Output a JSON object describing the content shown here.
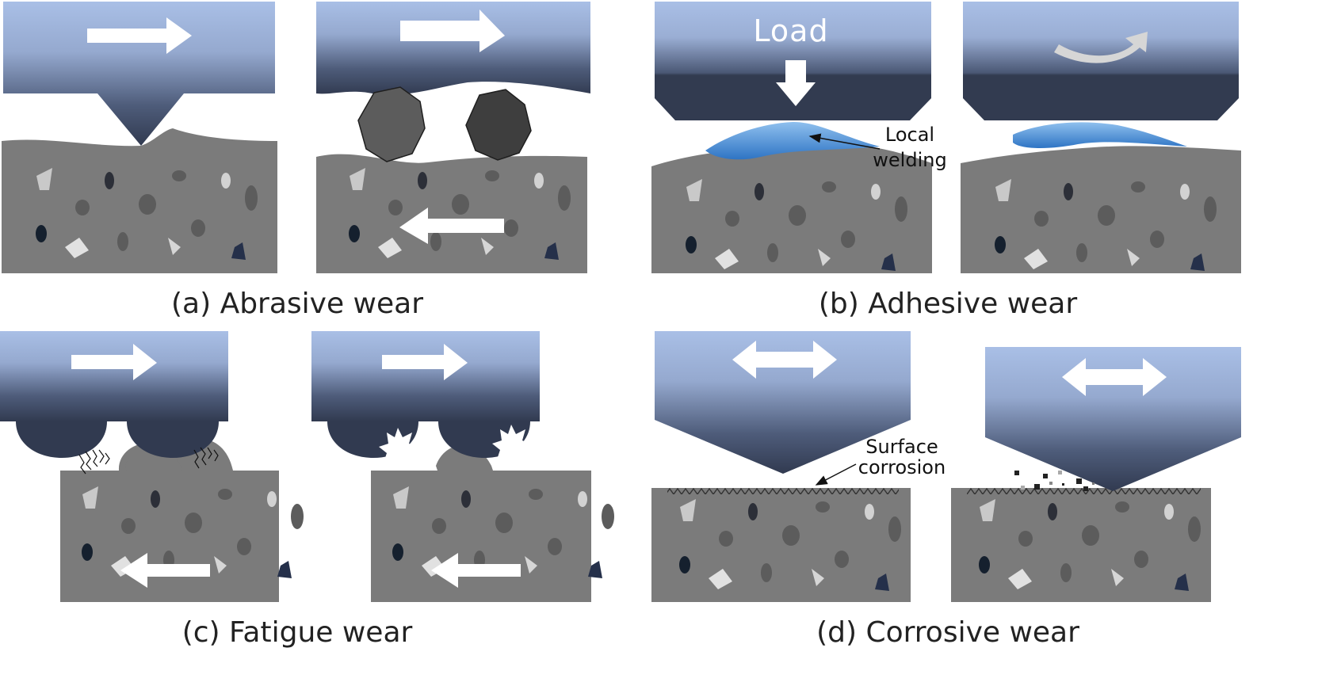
{
  "captions": {
    "a": "(a) Abrasive wear",
    "b": "(b) Adhesive wear",
    "c": "(c) Fatigue wear",
    "d": "(d) Corrosive wear"
  },
  "labels": {
    "load": "Load",
    "local_line1": "Local",
    "local_line2": "welding",
    "corrosion_line1": "Surface",
    "corrosion_line2": "corrosion"
  },
  "colors": {
    "slider_top": "#a9bfe6",
    "slider_bottom": "#313a50",
    "substrate": "#7b7b7b",
    "weld": "#3f86d1"
  }
}
